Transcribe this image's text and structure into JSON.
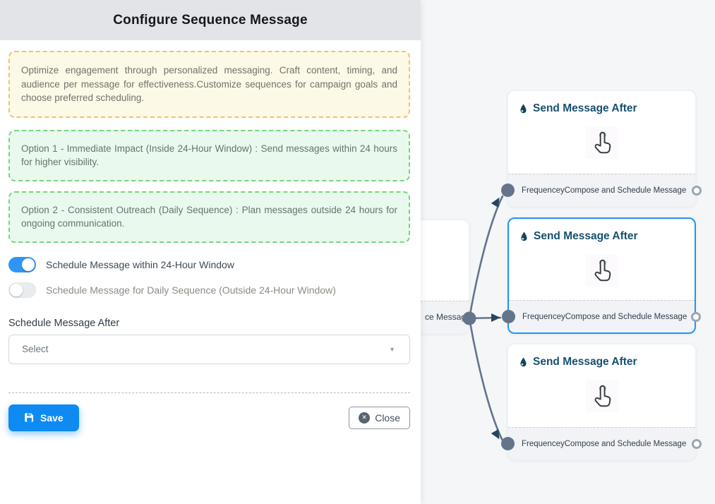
{
  "panel": {
    "title": "Configure Sequence Message",
    "info_note": "Optimize engagement through personalized messaging. Craft content, timing, and audience per message for effectiveness.Customize sequences for campaign goals and choose preferred scheduling.",
    "option_notes": [
      {
        "text": "Option 1 - Immediate Impact (Inside 24-Hour Window) : Send messages within 24 hours for higher visibility."
      },
      {
        "text": "Option 2 - Consistent Outreach (Daily Sequence) : Plan messages outside 24 hours for ongoing communication."
      }
    ],
    "toggles": [
      {
        "label": "Schedule Message within 24-Hour Window",
        "state": "on"
      },
      {
        "label": "Schedule Message for Daily Sequence (Outside 24-Hour Window)",
        "state": "off"
      }
    ],
    "schedule_after": {
      "label": "Schedule Message After",
      "placeholder": "Select"
    },
    "footer": {
      "save_label": "Save",
      "close_label": "Close"
    }
  },
  "canvas": {
    "partial_node": {
      "footer_label": "ce Message"
    },
    "nodes": [
      {
        "title": "Send Message After",
        "footer_left": "Frequencey",
        "footer_right": "Compose and Schedule Message",
        "selected": false
      },
      {
        "title": "Send Message After",
        "footer_left": "Frequencey",
        "footer_right": "Compose and Schedule Message",
        "selected": true
      },
      {
        "title": "Send Message After",
        "footer_left": "Frequencey",
        "footer_right": "Compose and Schedule Message",
        "selected": false
      }
    ]
  },
  "icons": {
    "node_icon": "water-drop",
    "body_icon": "tap-hand-cursor",
    "save_icon": "floppy-disk",
    "close_icon": "circle-x",
    "select_icon": "caret-down"
  },
  "colors": {
    "header_bg": "#e2e4e8",
    "canvas_bg": "#f4f6f8",
    "accent_blue": "#2196f3",
    "save_blue": "#0d8bf2",
    "toggle_on": "#2e96f5",
    "warning_border": "#f0c469",
    "warning_bg": "#fdf9e7",
    "success_border": "#77d677",
    "success_bg": "#eaf9ee",
    "node_title": "#17506e",
    "edge": "#64748b",
    "arrowhead": "#26455e"
  }
}
